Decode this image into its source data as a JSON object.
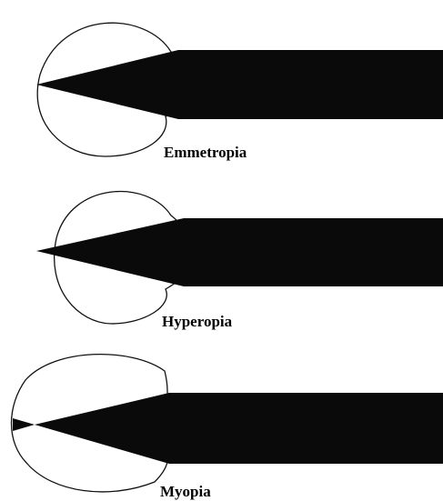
{
  "panels": [
    {
      "id": "emmetropia",
      "label": "Emmetropia"
    },
    {
      "id": "hyperopia",
      "label": "Hyperopia"
    },
    {
      "id": "myopia",
      "label": "Myopia"
    }
  ],
  "colors": {
    "beam": "#0a0a0a",
    "outline": "#111111",
    "background": "#ffffff"
  }
}
